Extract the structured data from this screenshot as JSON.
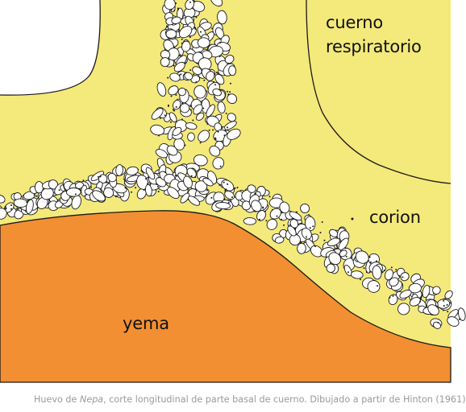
{
  "labels": {
    "horn_line1": "cuerno",
    "horn_line2": "respiratorio",
    "chorion": "corion",
    "yolk": "yema"
  },
  "caption": {
    "prefix": "Huevo de ",
    "genus": "Nepa",
    "suffix": ", corte longitudinal de parte basal de cuerno. Dibujado a partir de Hinton (1961)"
  },
  "colors": {
    "chorion": "#f4e97b",
    "yolk": "#f28f32",
    "outline": "#1a1a1a",
    "caption_text": "#9a9a9a"
  }
}
